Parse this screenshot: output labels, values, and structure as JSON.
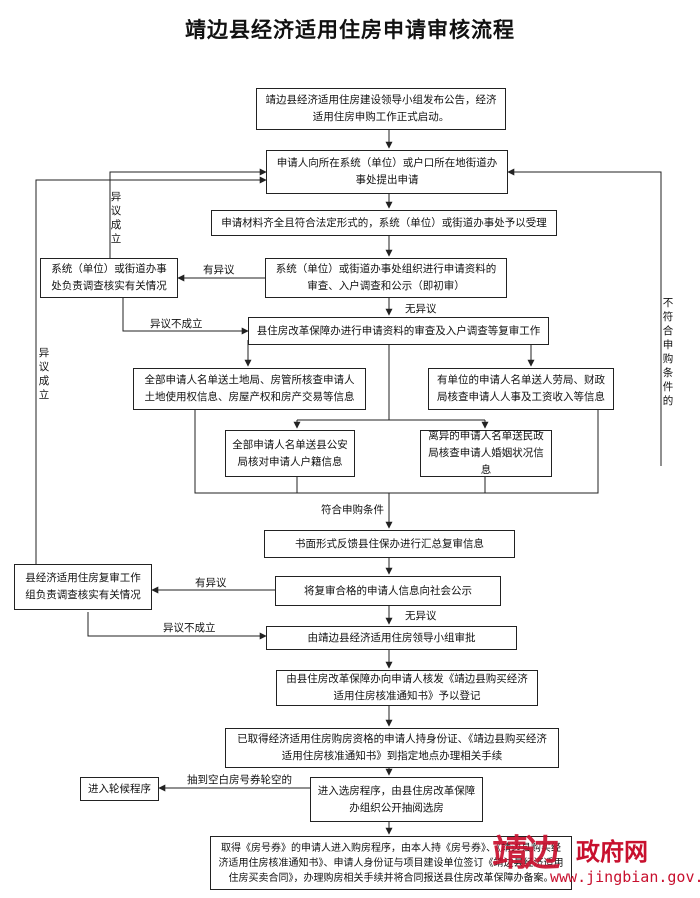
{
  "title": "靖边县经济适用住房申请审核流程",
  "steps": {
    "s1": "靖边县经济适用住房建设领导小组发布公告，经济适用住房申购工作正式启动。",
    "s2": "申请人向所在系统（单位）或户口所在地街道办事处提出申请",
    "s3": "申请材料齐全且符合法定形式的，系统（单位）或街道办事处予以受理",
    "s4": "系统（单位）或街道办事处组织进行申请资料的审查、入户调查和公示（即初审）",
    "s4side": "系统（单位）或街道办事处负责调查核实有关情况",
    "s5": "县住房改革保障办进行申请资料的审查及入户调查等复审工作",
    "s6a": "全部申请人名单送土地局、房管所核查申请人土地使用权信息、房屋产权和房产交易等信息",
    "s6b": "有单位的申请人名单送人劳局、财政局核查申请人人事及工资收入等信息",
    "s6c": "全部申请人名单送县公安局核对申请人户籍信息",
    "s6d": "离异的申请人名单送民政局核查申请人婚姻状况信息",
    "s7": "书面形式反馈县住保办进行汇总复审信息",
    "s8": "将复审合格的申请人信息向社会公示",
    "s8side": "县经济适用住房复审工作组负责调查核实有关情况",
    "s9": "由靖边县经济适用住房领导小组审批",
    "s10": "由县住房改革保障办向申请人核发《靖边县购买经济适用住房核准通知书》予以登记",
    "s11": "已取得经济适用住房购房资格的申请人持身份证、《靖边县购买经济适用住房核准通知书》到指定地点办理相关手续",
    "s12": "进入选房程序，由县住房改革保障办组织公开抽阅选房",
    "s12side": "进入轮候程序",
    "s13": "取得《房号券》的申请人进入购房程序，由本人持《房号券》、《靖边县购买经济适用住房核准通知书》、申请人身份证与项目建设单位签订《靖边县经济适用住房买卖合同》，办理购房相关手续并将合同报送县住房改革保障办备案。"
  },
  "labels": {
    "yiyi_chengli_1": "异议成立",
    "you_yiyi_1": "有异议",
    "yiyi_bu_chengli_1": "异议不成立",
    "wu_yiyi_1": "无异议",
    "bu_fuhe": "不符合申购条件的",
    "yiyi_chengli_2": "异议成立",
    "fuhe": "符合申购条件",
    "you_yiyi_2": "有异议",
    "wu_yiyi_2": "无异议",
    "yiyi_bu_chengli_2": "异议不成立",
    "chou_kong": "抽到空白房号券轮空的"
  },
  "watermark": {
    "logo": "靖边",
    "name": "政府网",
    "url": "www.jingbian.gov.cn"
  }
}
